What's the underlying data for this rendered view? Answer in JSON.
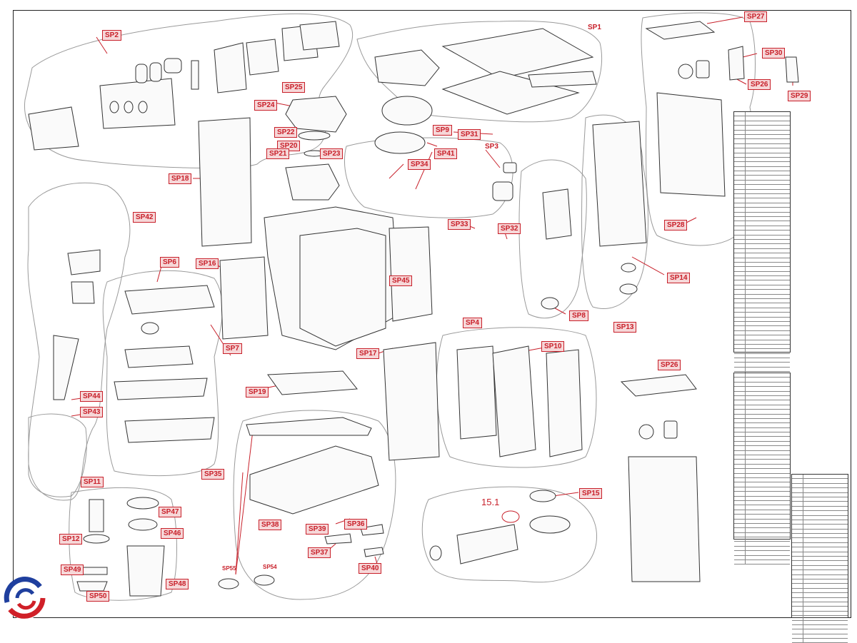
{
  "labels": {
    "sp1": "SP1",
    "sp2": "SP2",
    "sp3": "SP3",
    "sp4": "SP4",
    "sp6": "SP6",
    "sp7": "SP7",
    "sp8": "SP8",
    "sp9": "SP9",
    "sp10": "SP10",
    "sp11": "SP11",
    "sp12": "SP12",
    "sp13": "SP13",
    "sp14": "SP14",
    "sp15": "SP15",
    "sp16": "SP16",
    "sp17": "SP17",
    "sp18": "SP18",
    "sp19": "SP19",
    "sp20": "SP20",
    "sp21": "SP21",
    "sp22": "SP22",
    "sp23": "SP23",
    "sp24": "SP24",
    "sp25": "SP25",
    "sp26a": "SP26",
    "sp26b": "SP26",
    "sp27": "SP27",
    "sp28": "SP28",
    "sp29": "SP29",
    "sp30": "SP30",
    "sp31": "SP31",
    "sp32": "SP32",
    "sp33": "SP33",
    "sp34": "SP34",
    "sp35": "SP35",
    "sp36": "SP36",
    "sp37": "SP37",
    "sp38": "SP38",
    "sp39": "SP39",
    "sp40": "SP40",
    "sp41": "SP41",
    "sp42": "SP42",
    "sp43": "SP43",
    "sp44": "SP44",
    "sp45": "SP45",
    "sp46": "SP46",
    "sp47": "SP47",
    "sp48": "SP48",
    "sp49": "SP49",
    "sp50": "SP50",
    "sp54": "SP54",
    "sp55": "SP55",
    "ref151": "15.1"
  },
  "colors": {
    "callout": "#c8202a",
    "callout_fill": "#f6d7d8",
    "line": "#333333",
    "group_outline": "#9a9a9a"
  },
  "logo_icon": "brand-logo-icon"
}
